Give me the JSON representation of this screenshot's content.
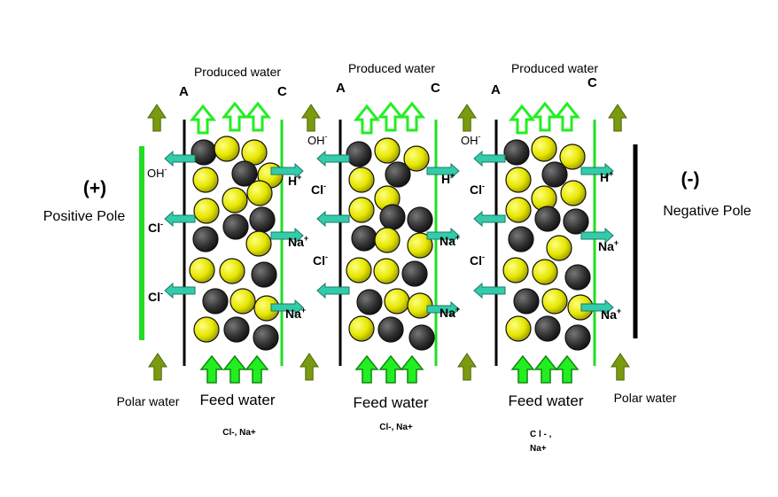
{
  "colors": {
    "green_line": "#22dd22",
    "black_line": "#000000",
    "ball_yellow": "#e6e600",
    "ball_black": "#333333",
    "teal_arrow": "#33ccaa",
    "olive_arrow": "#7a9a10",
    "bright_green": "#22ee22"
  },
  "labels": {
    "produced_water": "Produced water",
    "membrane_a": "A",
    "membrane_c": "C",
    "feed_water": "Feed water",
    "polar_water": "Polar water",
    "positive_sign": "(+)",
    "positive_pole": "Positive Pole",
    "negative_sign": "(-)",
    "negative_pole": "Negative Pole",
    "oh": "OH",
    "cl": "Cl",
    "h": "H",
    "na": "Na",
    "minus_sup": "-",
    "plus_sup": "+",
    "feed_ions_1": "Cl-, Na+",
    "feed_ions_2": "Cl-, Na+",
    "feed_ions_3a": "C l - ,",
    "feed_ions_3b": "Na+"
  },
  "icons": {
    "produced_arrow": "hollow-up-arrow",
    "feed_arrow": "solid-up-arrow",
    "polar_arrow": "olive-up-arrow",
    "ion_arrow": "teal-horizontal-arrow",
    "resin_bead": "resin-bead"
  }
}
